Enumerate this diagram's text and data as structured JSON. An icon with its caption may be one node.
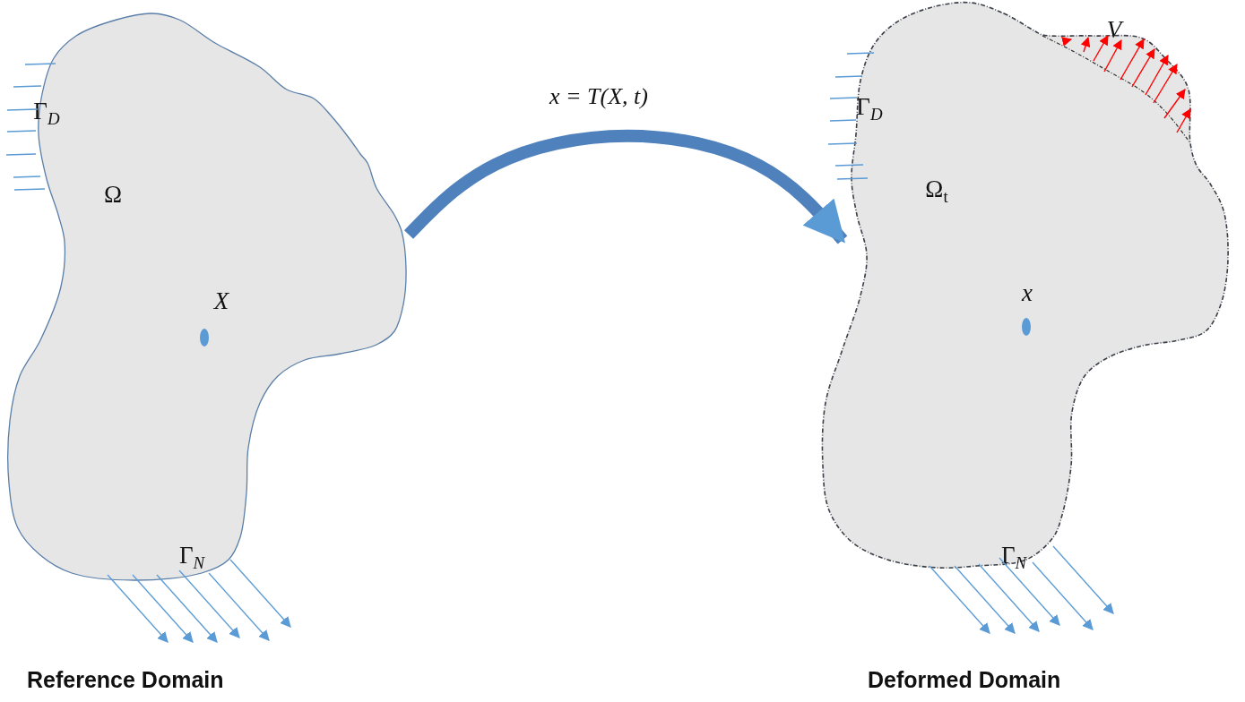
{
  "diagram": {
    "nodes": [
      {
        "text": [
          "Γ$_{D}$",
          "Ω",
          "X",
          "Γ$_{N}$"
        ]
      },
      {
        "text": [
          "Γ$_{D}$",
          "Ω$_{t}$",
          "x",
          "Γ$_{N}$"
        ]
      }
    ],
    "edges": [
      {
        "from": 0,
        "to": 1,
        "arrow": "to",
        "label": "x = T(X, t)"
      }
    ],
    "labels": [
      "V",
      "Reference Domain",
      "Deformed Domain"
    ]
  }
}
